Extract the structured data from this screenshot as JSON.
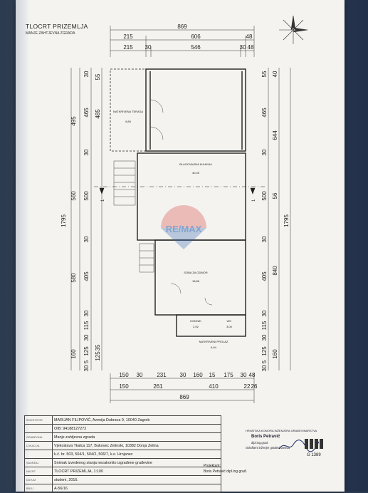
{
  "sheet": {
    "title": "TLOCRT PRIZEMLJA",
    "subtitle": "MANJE ZAHTJEVNA ZGRADA"
  },
  "dims": {
    "top_total": "869",
    "top_row1": [
      "215",
      "606",
      "48"
    ],
    "top_row2": [
      "215",
      "30",
      "546",
      "30",
      "48"
    ],
    "bottom_row1": [
      "150",
      "30",
      "231",
      "30",
      "160",
      "15",
      "175",
      "30",
      "48"
    ],
    "bottom_row2": [
      "150",
      "261",
      "410",
      "22",
      "26"
    ],
    "bottom_total": "869",
    "left_total": "1795",
    "left_col1": [
      "495",
      "560",
      "580",
      "160"
    ],
    "left_col2": [
      "30",
      "465",
      "30",
      "500",
      "30",
      "405",
      "30",
      "115",
      "30",
      "125",
      "5",
      "30"
    ],
    "left_col2b": [
      "55",
      "485",
      "35",
      "125"
    ],
    "right_col1": [
      "55",
      "40",
      "465",
      "30",
      "500",
      "30",
      "405",
      "30",
      "115",
      "30",
      "125",
      "5",
      "30"
    ],
    "right_col2": [
      "644",
      "56",
      "840",
      "160"
    ],
    "right_total": "1795"
  },
  "rooms": {
    "terrace": "NATKRIVENA TERASA",
    "terrace_area": "9,89",
    "living": "BLAGOVAONA KUHINJA",
    "living_area": "40,45",
    "room": "SOBA ZA ODMOR",
    "room_area": "18,86",
    "hall": "HODNIK",
    "hall_area": "2,92",
    "wc": "WC",
    "wc_area": "3,00",
    "passage": "NATKRIVENI PROLAZ",
    "passage_area": "6,94",
    "section_mark": "1"
  },
  "watermark": "RE/MAX",
  "title_block": {
    "rows": [
      {
        "label": "INVESTITOR",
        "value": "MARIJAN FILIPOVIĆ, Avenija Dubrava 9, 10040 Zagreb"
      },
      {
        "label": "",
        "value": "OIB: 94188127272"
      },
      {
        "label": "GRAĐEVINA",
        "value": "Manje zahtjevna zgrada"
      },
      {
        "label": "LOKACIJA",
        "value": "Vjekoslava Tkalca 117, Bukovec Zelinski, 10382 Donja Zelina"
      },
      {
        "label": "",
        "value": "k.č. br. 503, 504/1, 504/2, 506/7, k.o. Hrnjanec"
      },
      {
        "label": "SADRŽAJ",
        "value": "Snimak izvedenog stanja nezakonito izgrađene građevine"
      },
      {
        "label": "NACRT",
        "value": "TLOCRT PRIZEMLJA, 1:100"
      },
      {
        "label": "DATUM",
        "value": "studeni, 2016."
      },
      {
        "label": "BROJ",
        "value": "A-56/16"
      }
    ],
    "stamp_line1": "HRVATSKA KOMORA INŽENJERA GRAĐEVINARSTVA",
    "stamp_line2": "Boris Petravić",
    "stamp_line3": "dipl.ing.građ.",
    "stamp_line4": "Ovlašteni inženjer građevinarstva",
    "stamp_code": "G 1389",
    "projektant_label": "Projektant:",
    "projektant_name": "Boris Petravić dipl.ing.građ."
  }
}
